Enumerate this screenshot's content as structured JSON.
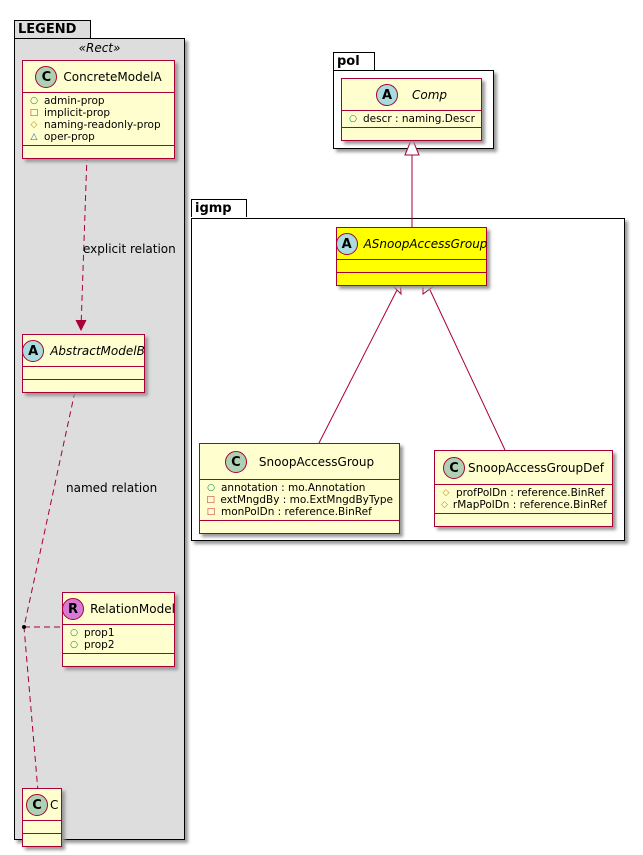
{
  "packages": {
    "legend": {
      "name": "LEGEND",
      "stereotype": "«Rect»"
    },
    "pol": {
      "name": "pol"
    },
    "igmp": {
      "name": "igmp"
    }
  },
  "legend": {
    "concrete": {
      "name": "ConcreteModelA",
      "kind": "C",
      "attributes": [
        {
          "vis": "public",
          "symbol": "○",
          "text": "admin-prop"
        },
        {
          "vis": "private",
          "symbol": "□",
          "text": "implicit-prop"
        },
        {
          "vis": "protected",
          "symbol": "◇",
          "text": "naming-readonly-prop"
        },
        {
          "vis": "package",
          "symbol": "△",
          "text": "oper-prop"
        }
      ]
    },
    "abstract": {
      "name": "AbstractModelB",
      "kind": "A"
    },
    "relation": {
      "name": "RelationModel",
      "kind": "R",
      "attributes": [
        {
          "vis": "public",
          "symbol": "○",
          "text": "prop1"
        },
        {
          "vis": "public",
          "symbol": "○",
          "text": "prop2"
        }
      ]
    },
    "c": {
      "name": "C",
      "kind": "C"
    },
    "explicit_relation_label": "explicit relation",
    "named_relation_label": "named relation"
  },
  "classes": {
    "comp": {
      "name": "Comp",
      "kind": "A",
      "attributes": [
        {
          "vis": "public",
          "symbol": "○",
          "text": "descr : naming.Descr"
        }
      ]
    },
    "asnoop": {
      "name": "ASnoopAccessGroup",
      "kind": "A",
      "highlight_color": "#ffff00"
    },
    "snoop": {
      "name": "SnoopAccessGroup",
      "kind": "C",
      "attributes": [
        {
          "vis": "public",
          "symbol": "○",
          "text": "annotation : mo.Annotation"
        },
        {
          "vis": "private",
          "symbol": "□",
          "text": "extMngdBy : mo.ExtMngdByType"
        },
        {
          "vis": "private",
          "symbol": "□",
          "text": "monPolDn : reference.BinRef"
        }
      ]
    },
    "snoopdef": {
      "name": "SnoopAccessGroupDef",
      "kind": "C",
      "attributes": [
        {
          "vis": "protected",
          "symbol": "◇",
          "text": "profPolDn : reference.BinRef"
        },
        {
          "vis": "protected",
          "symbol": "◇",
          "text": "rMapPolDn : reference.BinRef"
        }
      ]
    }
  },
  "colors": {
    "border": "#a80036",
    "class_fill": "#fefece",
    "highlight": "#ffff00",
    "legend_bg": "#dddddd"
  }
}
